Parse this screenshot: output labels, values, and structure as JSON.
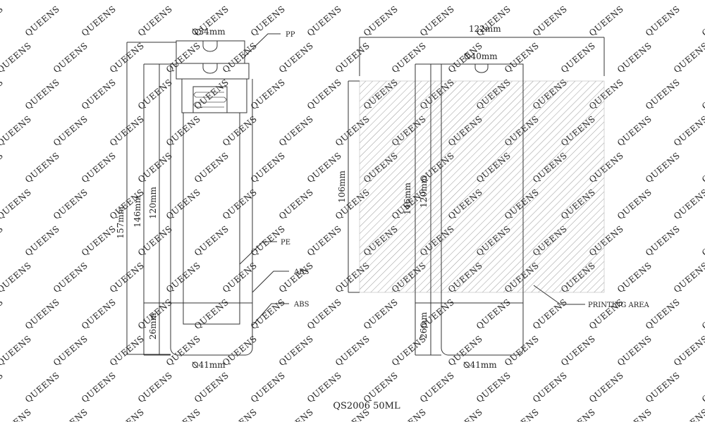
{
  "watermark": "QUEENS",
  "caption": "QS2006 50ML",
  "left_view": {
    "top_dim": "⦰34mm",
    "bottom_dim": "⦰41mm",
    "dims_vertical": [
      "157mm",
      "146mm",
      "120mm",
      "26mm"
    ],
    "callouts": [
      "PP",
      "PE",
      "ABS",
      "ABS"
    ]
  },
  "right_view": {
    "width_dim": "122mm",
    "top_dim": "⦰40mm",
    "bottom_dim": "⦰41mm",
    "dims_vertical": [
      "106mm",
      "146mm",
      "120mm",
      "26mm"
    ],
    "printing_label": "PRINTING AREA"
  },
  "colors": {
    "line": "#333333",
    "hatch": "#9a9a9a",
    "watermark": "#e6e6e6"
  }
}
